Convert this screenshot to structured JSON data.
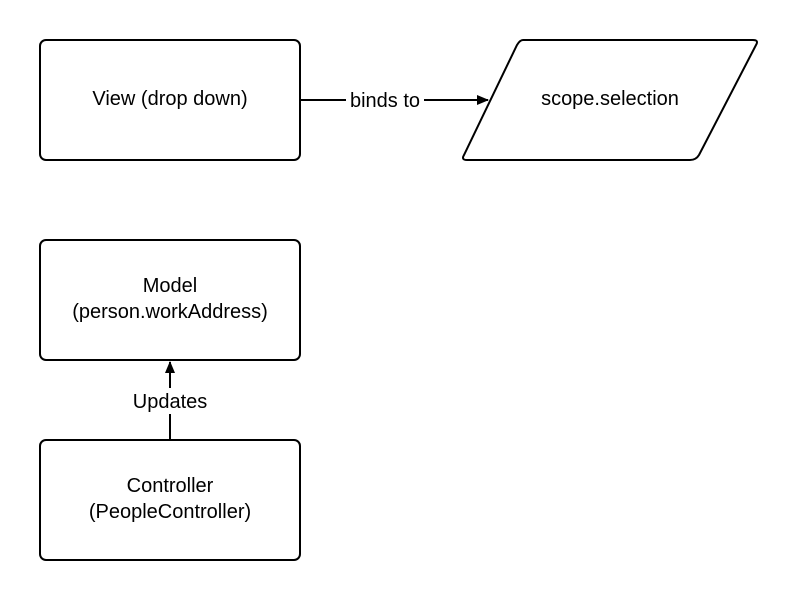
{
  "nodes": {
    "view": {
      "label": "View (drop down)"
    },
    "scope": {
      "label": "scope.selection"
    },
    "model": {
      "line1": "Model",
      "line2": "(person.workAddress)"
    },
    "controller": {
      "line1": "Controller",
      "line2": "(PeopleController)"
    }
  },
  "edges": {
    "binds": {
      "label": "binds to"
    },
    "updates": {
      "label": "Updates"
    }
  },
  "colors": {
    "stroke": "#000000",
    "fill": "#ffffff",
    "text": "#000000"
  }
}
